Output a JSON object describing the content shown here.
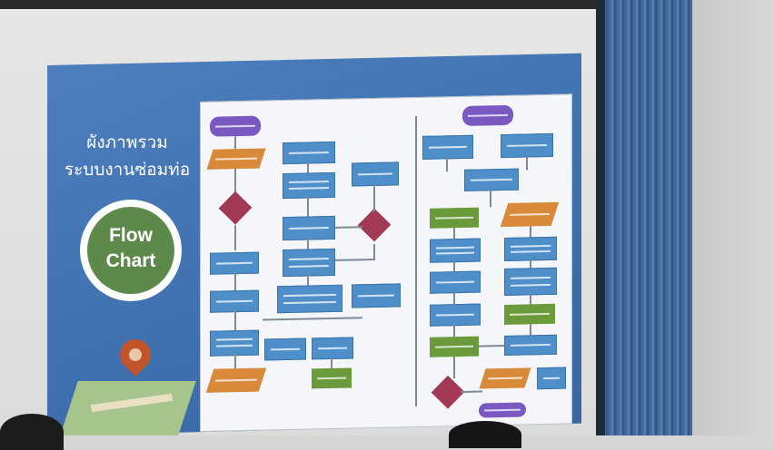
{
  "slide": {
    "title_line1": "ผังภาพรวม",
    "title_line2": "ระบบงานซ่อมท่อ",
    "badge_line1": "Flow",
    "badge_line2": "Chart"
  },
  "colors": {
    "slide_background": "#4677b7",
    "badge_green": "#5d8a4a",
    "process_blue": "#4f8fc9",
    "terminal_purple": "#7a5ac0",
    "document_green": "#6a9a3a",
    "data_orange": "#d9893a",
    "decision_red": "#a23a55"
  },
  "icons": [
    "map-icon",
    "location-pin-icon"
  ]
}
